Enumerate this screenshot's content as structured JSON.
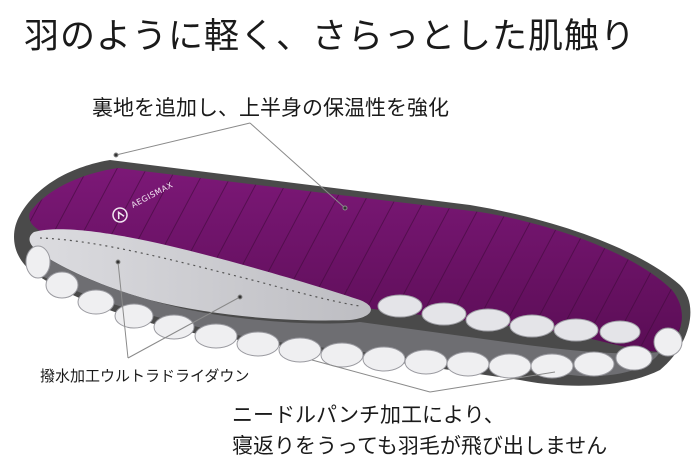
{
  "title": "羽のように軽く、さらっとした肌触り",
  "captions": {
    "lining": "裏地を追加し、上半身の保温性を強化",
    "fabric": "撥水加工ウルトラドライダウン",
    "stitching_line1": "ニードルパンチ加工により、",
    "stitching_line2": "寝返りをうっても羽毛が飛び出しません"
  },
  "brand": "AEGISMAX",
  "colors": {
    "shell": "#6b1266",
    "shell_dark": "#4e0c4a",
    "lining": "#c8c8cc",
    "baffle": "#eeeef0",
    "edge": "#4a4a4a",
    "leader": "#8a8a8a"
  },
  "icons": [
    "aegismax-logo-icon"
  ]
}
